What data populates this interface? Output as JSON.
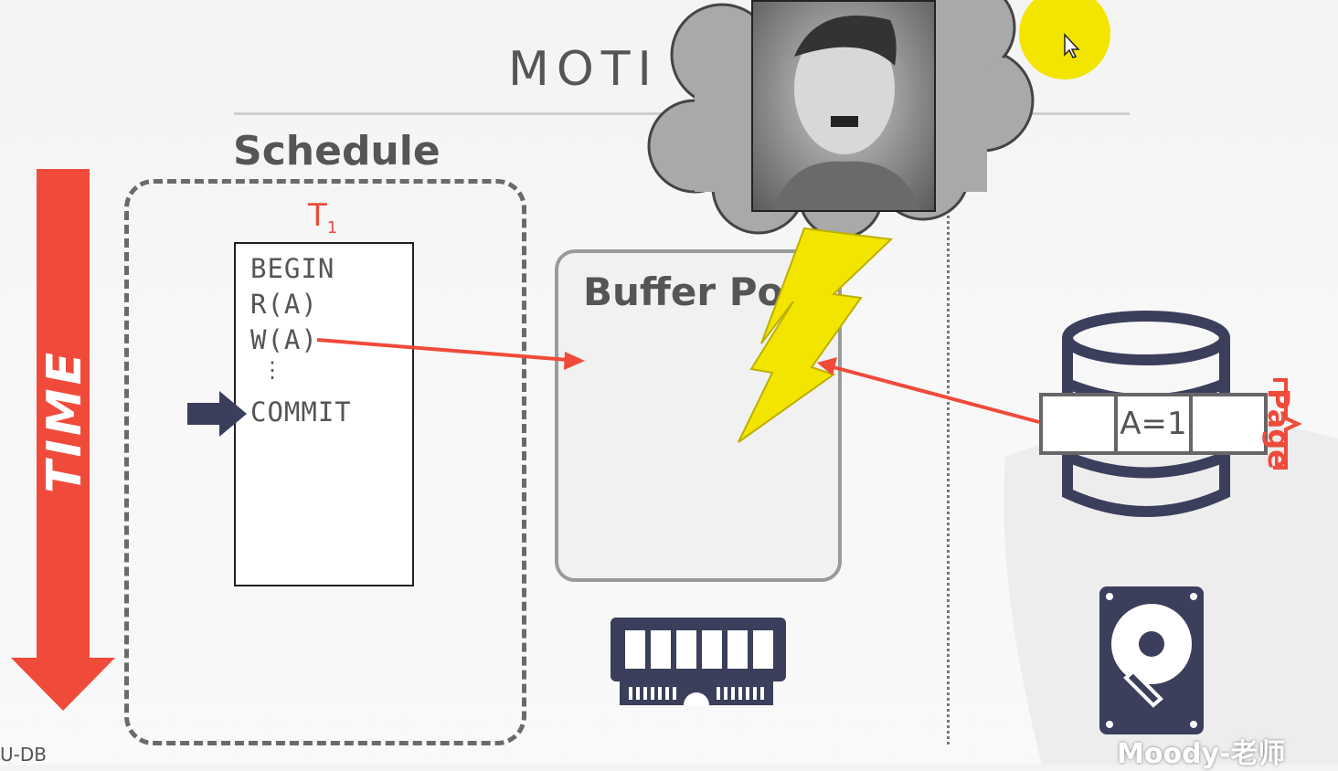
{
  "slide": {
    "title": "MOTI",
    "time_label": "TIME",
    "footer_tag": "U-DB",
    "watermark": "Moody-老师"
  },
  "schedule": {
    "heading": "Schedule",
    "txn_name": "T",
    "txn_subscript": "1",
    "operations": [
      "BEGIN",
      "R(A)",
      "W(A)",
      "⋮",
      "COMMIT"
    ],
    "current_op": "COMMIT"
  },
  "buffer_pool": {
    "label": "Buffer Poo"
  },
  "disk": {
    "page_value": "A=1",
    "page_label": "Page"
  },
  "colors": {
    "accent_red": "#f04a3a",
    "navy": "#3b3f5c",
    "lightning": "#f2e600",
    "cursor_highlight": "#f2e600"
  },
  "icons": [
    "time-arrow-icon",
    "current-step-arrow-icon",
    "cloud-icon",
    "lightning-icon",
    "database-icon",
    "memory-chip-icon",
    "hard-drive-icon",
    "cursor-icon"
  ]
}
